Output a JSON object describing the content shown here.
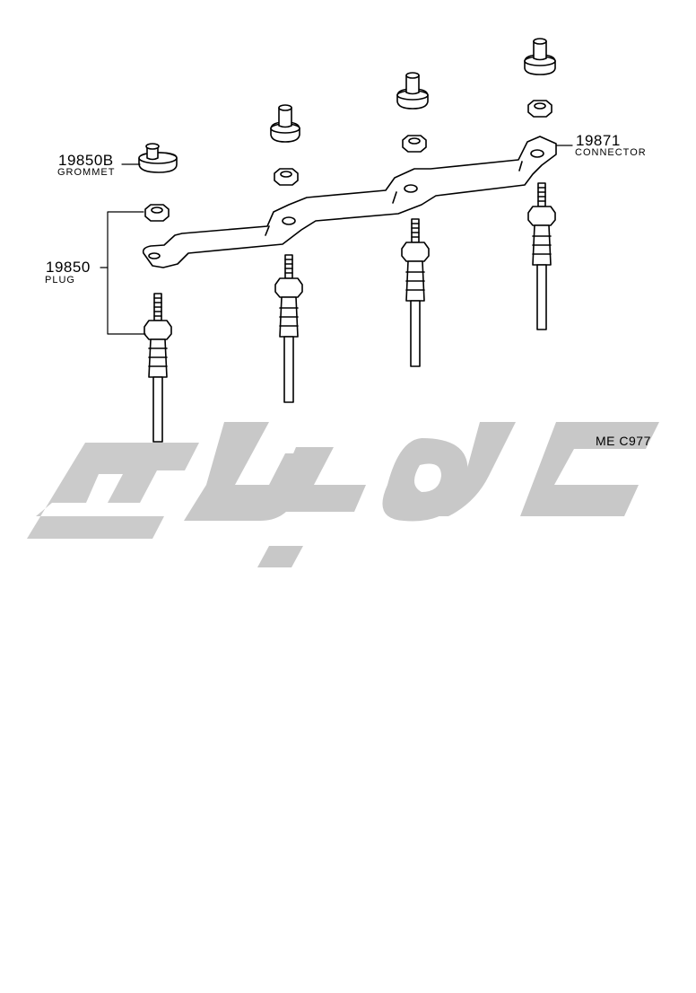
{
  "callouts": {
    "grommet": {
      "part_number": "19850B",
      "name": "GROMMET"
    },
    "plug": {
      "part_number": "19850",
      "name": "PLUG"
    },
    "connector": {
      "part_number": "19871",
      "name": "CONNECTOR"
    }
  },
  "illustration_code": "ME C977",
  "watermark": {
    "description": "Persian logotype (تویوتا-style site watermark)",
    "color": "#c8c8c8"
  }
}
